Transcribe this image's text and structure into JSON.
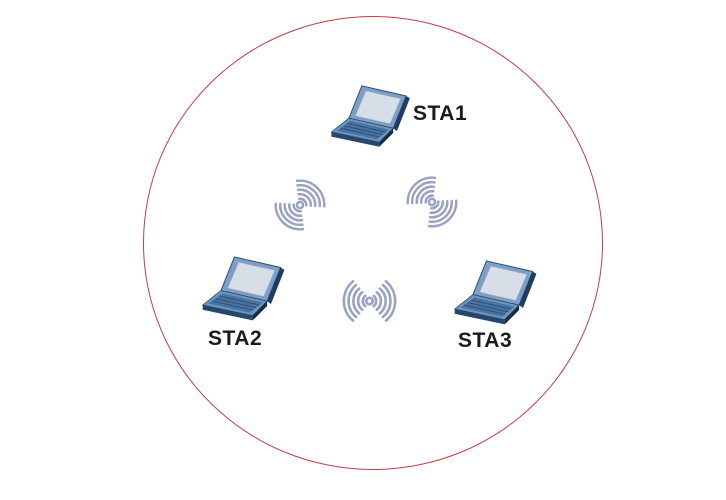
{
  "diagram": {
    "kind": "wireless-network-topology",
    "coverage_area": {
      "shape": "circle",
      "border_color": "#bf4043"
    },
    "colors": {
      "signal_icon": "#9aa3c2",
      "label_text": "#1b1b1b",
      "laptop_body": "#6f94bb",
      "laptop_screen": "#d7dee8",
      "laptop_dark_edge": "#1f3c64"
    },
    "nodes": [
      {
        "id": "sta1",
        "label": "STA1",
        "device_icon": "laptop-icon"
      },
      {
        "id": "sta2",
        "label": "STA2",
        "device_icon": "laptop-icon"
      },
      {
        "id": "sta3",
        "label": "STA3",
        "device_icon": "laptop-icon"
      }
    ],
    "links": [
      {
        "between": [
          "STA1",
          "STA2"
        ],
        "icon": "wireless-signal-icon"
      },
      {
        "between": [
          "STA1",
          "STA3"
        ],
        "icon": "wireless-signal-icon"
      },
      {
        "between": [
          "STA2",
          "STA3"
        ],
        "icon": "wireless-signal-icon"
      }
    ]
  }
}
